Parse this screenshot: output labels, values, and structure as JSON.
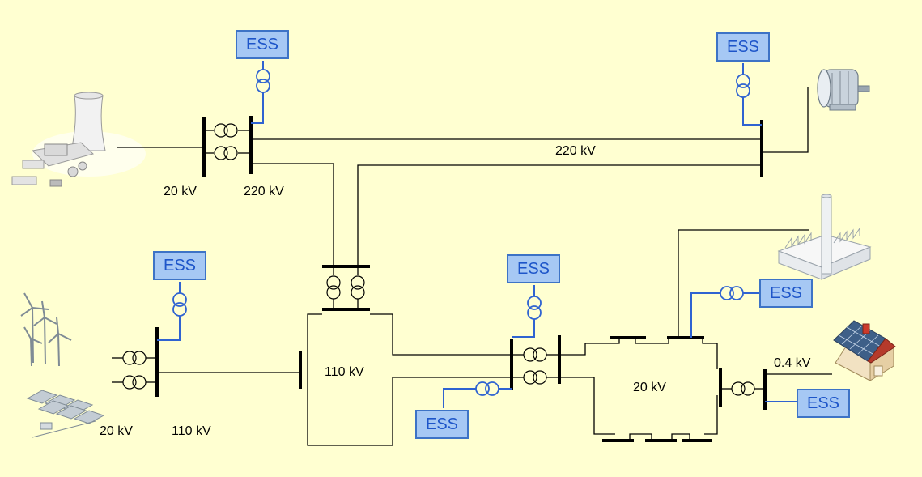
{
  "labels": {
    "gen_lv": "20 kV",
    "gen_hv": "220 kV",
    "line_220": "220 kV",
    "ren_lv": "20 kV",
    "ren_hv": "110 kV",
    "sub_110": "110 kV",
    "dist_20": "20 kV",
    "lv_04": "0.4 kV"
  },
  "ess": {
    "ess1": "ESS",
    "ess2": "ESS",
    "ess3": "ESS",
    "ess4": "ESS",
    "ess5": "ESS",
    "ess6": "ESS",
    "ess7": "ESS"
  },
  "icons": {
    "power_plant": "cooling-tower-power-plant-icon",
    "motor": "electric-motor-icon",
    "wind_solar": "wind-turbines-solar-panels-icon",
    "factory": "factory-chimney-icon",
    "house": "house-with-solar-panels-icon"
  },
  "colors": {
    "background": "#ffffd1",
    "ess_fill": "#a6c8f4",
    "ess_border": "#3d73c6",
    "ess_text": "#1d55c9",
    "ess_line": "#2f63d1"
  }
}
